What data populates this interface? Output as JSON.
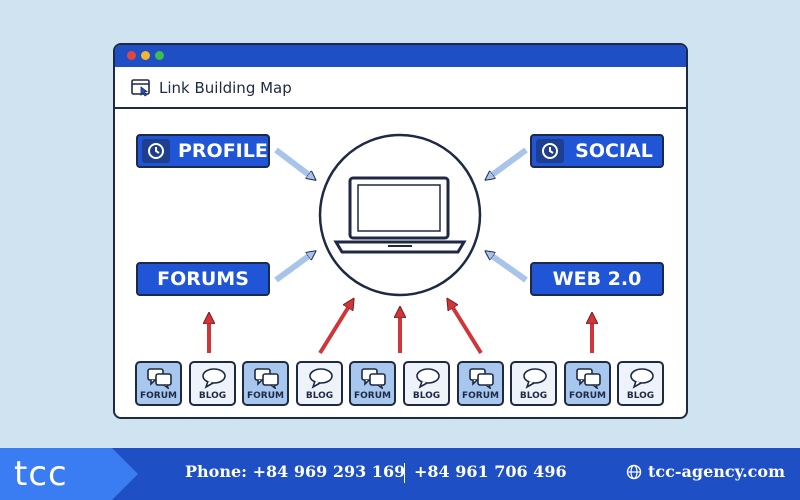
{
  "window": {
    "title": "Link Building Map",
    "accent": "#1f55d6",
    "traffic_lights": [
      "#e2463f",
      "#f2b62a",
      "#3cbf4d"
    ]
  },
  "nodes": {
    "profile": "PROFILE",
    "social": "SOCIAL",
    "forums": "FORUMS",
    "web20": "WEB 2.0"
  },
  "center_icon": "laptop-icon",
  "tiles": [
    {
      "type": "forum",
      "label": "FORUM",
      "icon": "chat-bubbles-icon"
    },
    {
      "type": "blog",
      "label": "BLOG",
      "icon": "speech-bubble-icon"
    },
    {
      "type": "forum",
      "label": "FORUM",
      "icon": "chat-bubbles-icon"
    },
    {
      "type": "blog",
      "label": "BLOG",
      "icon": "speech-bubble-icon"
    },
    {
      "type": "forum",
      "label": "FORUM",
      "icon": "chat-bubbles-icon"
    },
    {
      "type": "blog",
      "label": "BLOG",
      "icon": "speech-bubble-icon"
    },
    {
      "type": "forum",
      "label": "FORUM",
      "icon": "chat-bubbles-icon"
    },
    {
      "type": "blog",
      "label": "BLOG",
      "icon": "speech-bubble-icon"
    },
    {
      "type": "forum",
      "label": "FORUM",
      "icon": "chat-bubbles-icon"
    },
    {
      "type": "blog",
      "label": "BLOG",
      "icon": "speech-bubble-icon"
    }
  ],
  "arrow_colors": {
    "blue": "#a9c4ea",
    "red": "#d0353a"
  },
  "footer": {
    "brand": "tcc",
    "phone": "Phone: +84 969 293 169",
    "phone2": "+84 961 706 496",
    "website": "tcc-agency.com",
    "background": "#1f4fc4"
  }
}
